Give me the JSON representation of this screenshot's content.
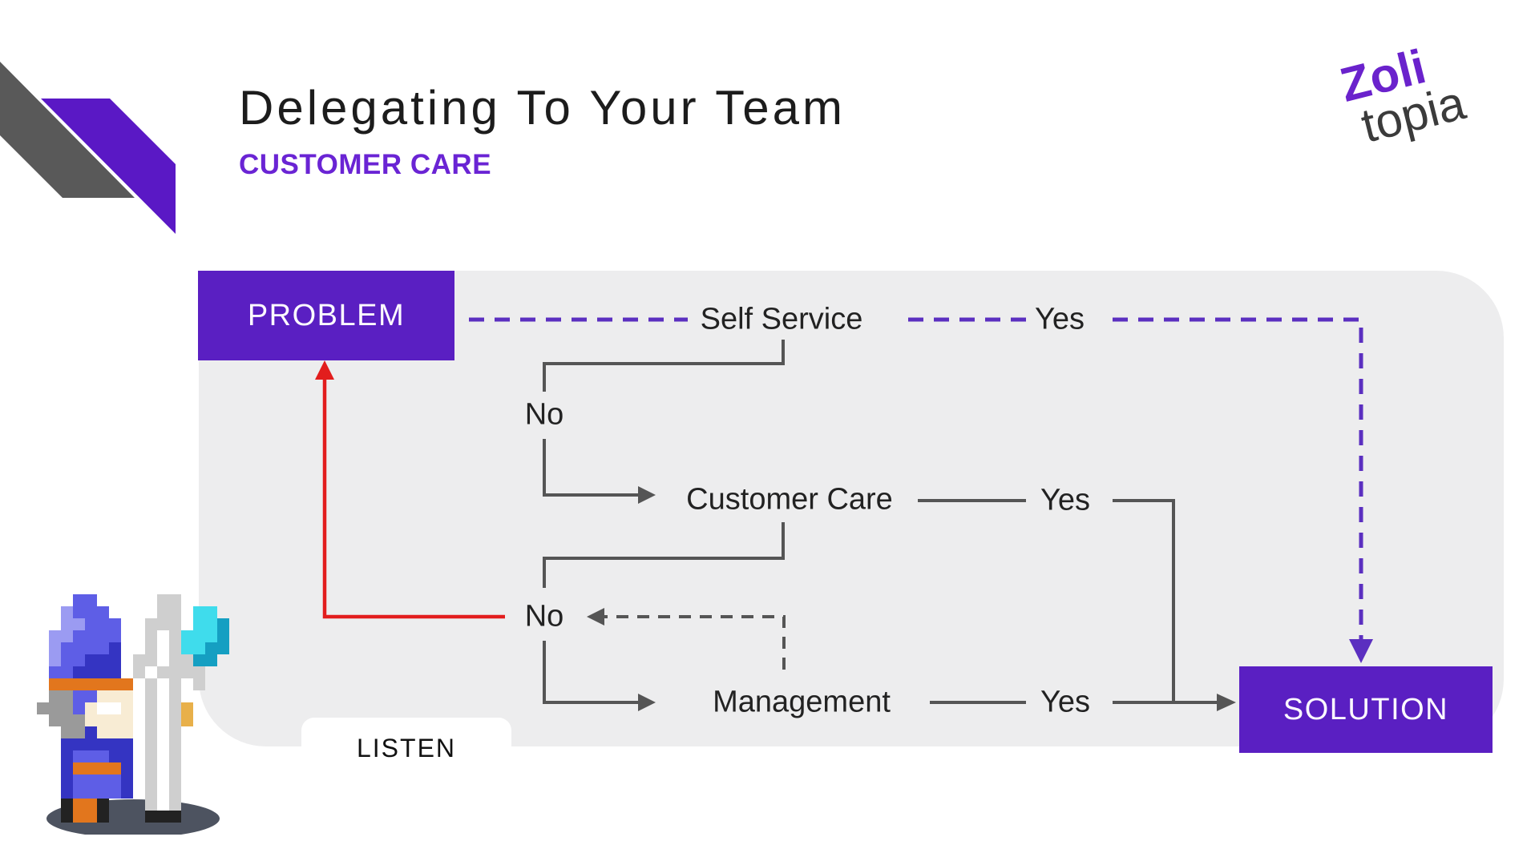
{
  "header": {
    "title": "Delegating To Your Team",
    "subtitle": "CUSTOMER CARE"
  },
  "logo": {
    "line1": "Zoli",
    "line2": "topia"
  },
  "flow": {
    "problem": "PROBLEM",
    "solution": "SOLUTION",
    "listen": "LISTEN",
    "rows": [
      {
        "label": "Self Service",
        "yes": "Yes",
        "no": "No"
      },
      {
        "label": "Customer Care",
        "yes": "Yes",
        "no": "No"
      },
      {
        "label": "Management",
        "yes": "Yes"
      }
    ]
  },
  "colors": {
    "accent_purple": "#5a1fc2",
    "subtitle_purple": "#6a24d4",
    "dash_purple": "#5b2fc0",
    "line_gray": "#555555",
    "alert_red": "#e21d1d",
    "panel_gray": "#ededee",
    "ribbon_gray": "#595959",
    "logo_dark": "#3b3b3b"
  },
  "wizard_sprite": {
    "cell": 15,
    "palette": {
      "P": "#9b9bf2",
      "B": "#5e5ee6",
      "D": "#3434c2",
      "O": "#e2761d",
      "C": "#f8ecd4",
      "W": "#ffffff",
      "S": "#e8b04a",
      "G": "#9a9a9a",
      "L": "#cfcfcf",
      "K": "#222222",
      "T": "#3fdcec",
      "U": "#159fc2"
    },
    "rows": [
      "...BB.....LL.....",
      "..PBBB....LL.TT..",
      "..PPBBB..LLL.TTU.",
      ".PPBBBB..LWLTTTU.",
      ".PBBBBD..LWLTTUU.",
      ".PBBDDD.LLWLLUU..",
      ".BBDDDD.LWLLLL...",
      ".OOOOOOO.LWL.L...",
      ".GGBBCCC.LWL.....",
      "GGGBCWWC.LWLS....",
      ".GGGCCCC.LWLS....",
      "..GGDCCC.LWL.....",
      "..DDDDDD.LWL.....",
      "..DBBBDD.LWL.....",
      "..DOOOOD.LWL.....",
      "..DBBBBD.LWL.....",
      "..DBBBBD.LWL.....",
      "..KOOK...LWL.....",
      "..KOOK...KKK....."
    ]
  }
}
